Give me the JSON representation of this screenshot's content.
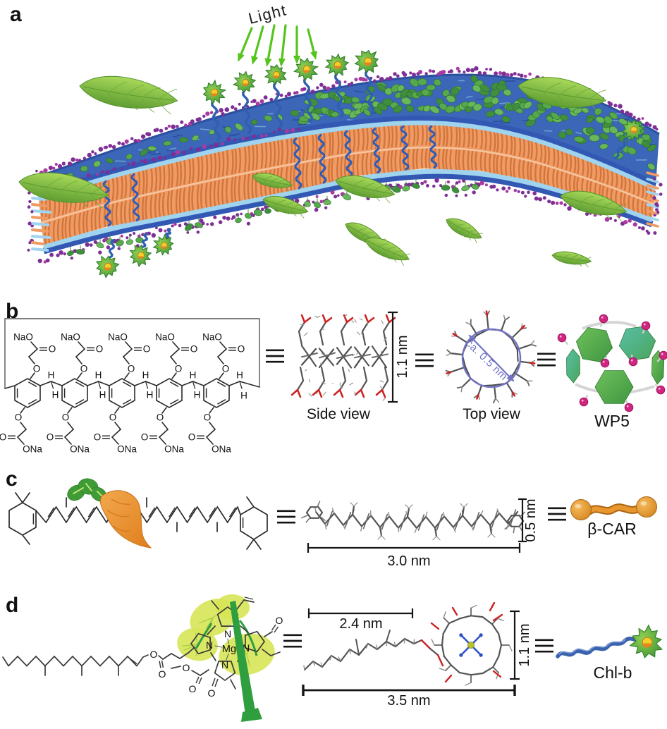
{
  "figure_labels": {
    "a": "a",
    "b": "b",
    "c": "c",
    "d": "d"
  },
  "panel_a": {
    "light_label": "Light"
  },
  "panel_b": {
    "structure_labels": {
      "nao": "NaO",
      "ona": "ONa",
      "o": "O",
      "h": "H"
    },
    "side_view": {
      "height_dim": "1.1 nm",
      "caption": "Side view"
    },
    "top_view": {
      "diameter_dim": "ca. 0.5 nm",
      "caption": "Top view"
    },
    "cartoon_caption": "WP5"
  },
  "panel_c": {
    "model": {
      "length_dim": "3.0 nm",
      "height_dim": "0.5 nm"
    },
    "cartoon_caption": "β-CAR"
  },
  "panel_d": {
    "structure_labels": {
      "mg": "Mg",
      "n": "N",
      "o": "O"
    },
    "model": {
      "tail_dim": "2.4 nm",
      "length_dim": "3.5 nm",
      "height_dim": "1.1 nm"
    },
    "cartoon_caption": "Chl-b"
  },
  "colors": {
    "arrow_green": "#55c41c",
    "leaf_green": "#8dc63f",
    "membrane_core_orange": "#ef9b63",
    "membrane_stripe_orange": "#cd6f36",
    "membrane_outer_blue": "#3258b4",
    "membrane_inner_blue": "#9fd3ee",
    "top_zone_blue": "#3c66b8",
    "purple_dot": "#7e2f96",
    "pink_dot": "#a83aa0",
    "pigment_green": "#56a94c",
    "wp5_pink": "#d1257f",
    "carotene_orange": "#e8962e",
    "chlb_tail_blue": "#3a62ad",
    "annotation_purple": "#7272c4",
    "stick_gray": "#555555",
    "oxygen_red": "#cc2020",
    "nitrogen_blue": "#2b50c8",
    "mg_yellow": "#b8c42e",
    "bond_black": "#2a2a2a"
  }
}
